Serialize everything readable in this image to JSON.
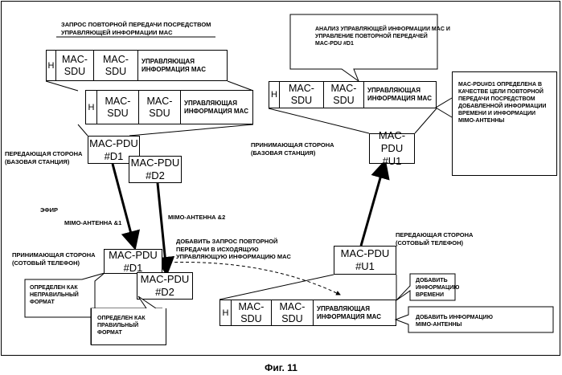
{
  "title": {
    "line1": "ЗАПРОС ПОВТОРНОЙ ПЕРЕДАЧИ ПОСРЕДСТВОМ",
    "line2": "УПРАВЛЯЮЩЕЙ ИНФОРМАЦИИ MAC"
  },
  "frame_cells": {
    "h": "H",
    "mac": "MAC-",
    "sdu": "SDU",
    "ctl1": "УПРАВЛЯЮЩАЯ",
    "ctl2": "ИНФОРМАЦИЯ MAC"
  },
  "pdu": {
    "name": "MAC-PDU",
    "d1": "#D1",
    "d2": "#D2",
    "u1": "#U1"
  },
  "labels": {
    "tx_bs1": "ПЕРЕДАЮЩАЯ СТОРОНА",
    "tx_bs2": "(БАЗОВАЯ СТАНЦИЯ)",
    "rx_bs1": "ПРИНИМАЮЩАЯ СТОРОНА",
    "rx_bs2": "(БАЗОВАЯ СТАНЦИЯ)",
    "air": "ЭФИР",
    "mimo1": "MIMO-АНТЕННА &1",
    "mimo2": "MIMO-АНТЕННА &2",
    "rx_ph1": "ПРИНИМАЮЩАЯ СТОРОНА",
    "rx_ph2": "(СОТОВЫЙ ТЕЛЕФОН)",
    "tx_ph1": "ПЕРЕДАЮЩАЯ СТОРОНА",
    "tx_ph2": "(СОТОВЫЙ ТЕЛЕФОН)",
    "add_req1": "ДОБАВИТЬ ЗАПРОС ПОВТОРНОЙ",
    "add_req2": "ПЕРЕДАЧИ В ИСХОДЯЩУЮ",
    "add_req3": "УПРАВЛЯЮЩУЮ ИНФОРМАЦИЮ MAC"
  },
  "callouts": {
    "analysis1": "АНАЛИЗ УПРАВЛЯЮЩЕЙ ИНФОРМАЦИИ MAC И",
    "analysis2": "УПРАВЛЕНИЕ ПОВТОРНОЙ ПЕРЕДАЧЕЙ",
    "analysis3": "MAC-PDU  #D1",
    "info1": "MAC-PDU#D1 ОПРЕДЕЛЕНА В",
    "info2": "КАЧЕСТВЕ ЦЕЛИ ПОВТОРНОЙ",
    "info3": "ПЕРЕДАЧИ ПОСРЕДСТВОМ",
    "info4": "ДОБАВЛЕННОЙ ИНФОРМАЦИИ",
    "info5": "ВРЕМЕНИ И ИНФОРМАЦИИ",
    "info6": "MIMO-АНТЕННЫ",
    "bad1": "ОПРЕДЕЛЕН КАК",
    "bad2": "НЕПРАВИЛЬНЫЙ",
    "bad3": "ФОРМАТ",
    "good1": "ОПРЕДЕЛЕН КАК",
    "good2": "ПРАВИЛЬНЫЙ",
    "good3": "ФОРМАТ",
    "time1": "ДОБАВИТЬ",
    "time2": "ИНФОРМАЦИЮ",
    "time3": "ВРЕМЕНИ",
    "mimo1": "ДОБАВИТЬ ИНФОРМАЦИЮ",
    "mimo2": "MIMO-АНТЕННЫ"
  },
  "caption": "Фиг. 11"
}
